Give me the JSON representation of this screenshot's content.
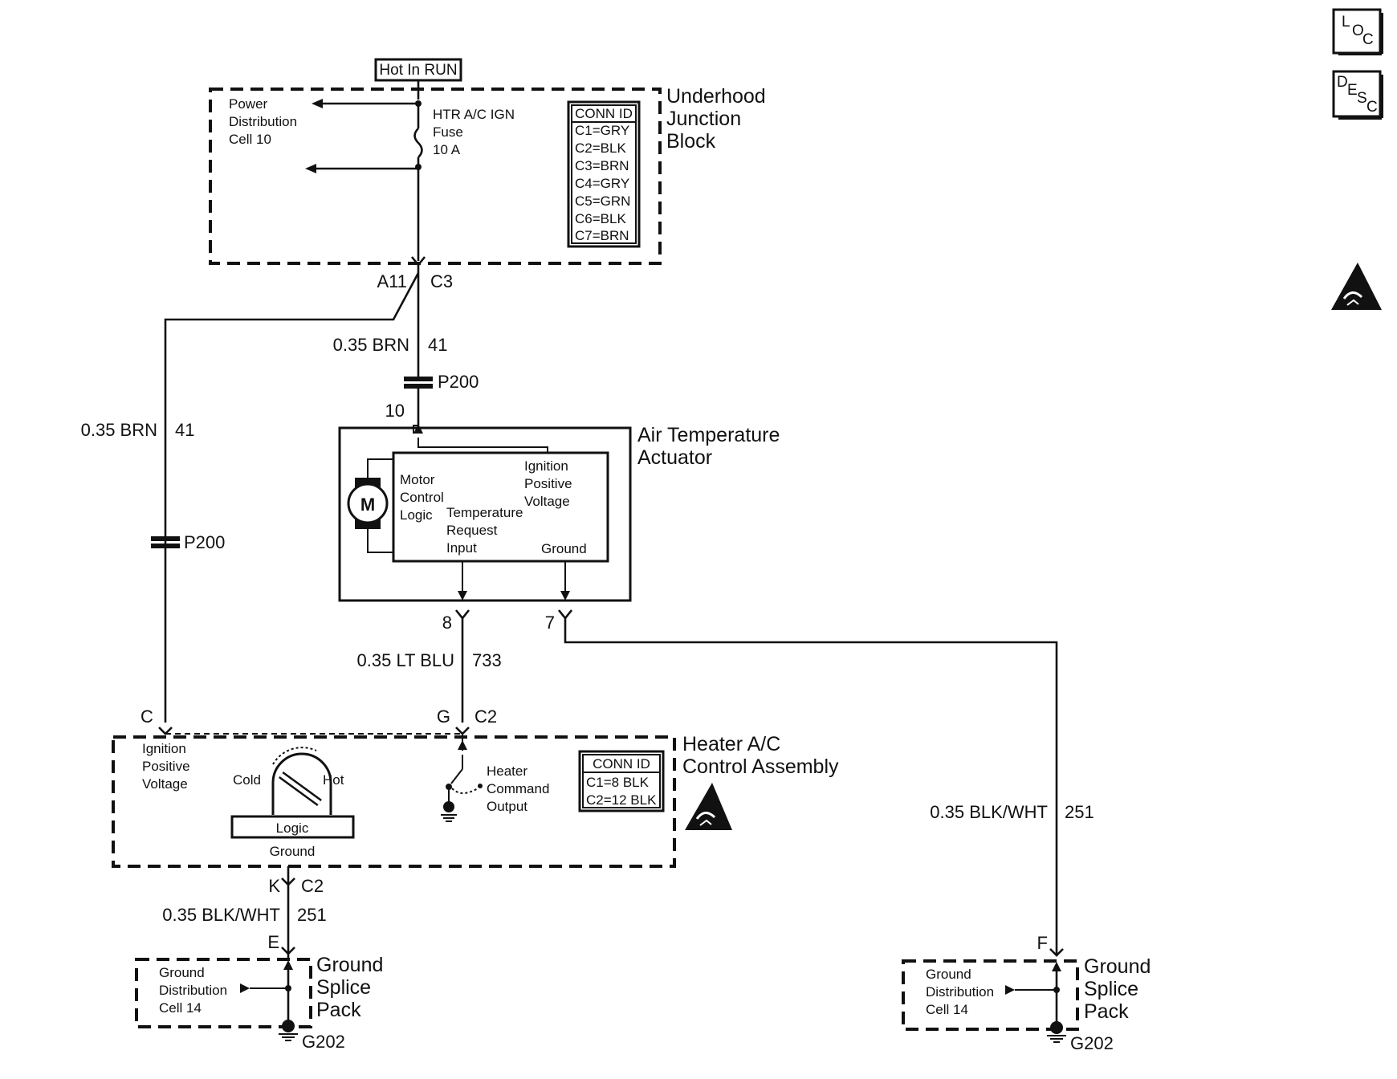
{
  "top_label": "Hot In RUN",
  "ujb": {
    "title_lines": [
      "Underhood",
      "Junction",
      "Block"
    ],
    "pdc_lines": [
      "Power",
      "Distribution",
      "Cell 10"
    ],
    "fuse_lines": [
      "HTR A/C IGN",
      "Fuse",
      "10 A"
    ],
    "conn_header": "CONN ID",
    "conn_rows": [
      "C1=GRY",
      "C2=BLK",
      "C3=BRN",
      "C4=GRY",
      "C5=GRN",
      "C6=BLK",
      "C7=BRN"
    ],
    "pin": "A11",
    "connector": "C3"
  },
  "wires": {
    "main_brn": {
      "gauge_color": "0.35 BRN",
      "circuit": "41"
    },
    "left_brn": {
      "gauge_color": "0.35 BRN",
      "circuit": "41"
    },
    "lt_blu": {
      "gauge_color": "0.35 LT BLU",
      "circuit": "733"
    },
    "blk_wht_left": {
      "gauge_color": "0.35 BLK/WHT",
      "circuit": "251"
    },
    "blk_wht_right": {
      "gauge_color": "0.35 BLK/WHT",
      "circuit": "251"
    }
  },
  "splices": {
    "p200_main": "P200",
    "p200_left": "P200"
  },
  "actuator": {
    "title_lines": [
      "Air Temperature",
      "Actuator"
    ],
    "motor_symbol": "M",
    "motor_lines": [
      "Motor",
      "Control",
      "Logic"
    ],
    "ign_lines": [
      "Ignition",
      "Positive",
      "Voltage"
    ],
    "temp_lines": [
      "Temperature",
      "Request",
      "Input"
    ],
    "ground_label": "Ground",
    "pin_top": "10",
    "pin_8": "8",
    "pin_7": "7"
  },
  "hvac": {
    "title_lines": [
      "Heater A/C",
      "Control Assembly"
    ],
    "ign_lines": [
      "Ignition",
      "Positive",
      "Voltage"
    ],
    "cold": "Cold",
    "hot": "Hot",
    "logic": "Logic",
    "ground": "Ground",
    "heater_lines": [
      "Heater",
      "Command",
      "Output"
    ],
    "conn_header": "CONN ID",
    "conn_rows": [
      "C1=8 BLK",
      "C2=12 BLK"
    ],
    "pin_c": "C",
    "pin_g": "G",
    "conn_g": "C2",
    "pin_k": "K",
    "conn_k": "C2"
  },
  "gsp_left": {
    "title_lines": [
      "Ground",
      "Splice",
      "Pack"
    ],
    "cell_lines": [
      "Ground",
      "Distribution",
      "Cell 14"
    ],
    "pin": "E",
    "ground_id": "G202"
  },
  "gsp_right": {
    "title_lines": [
      "Ground",
      "Splice",
      "Pack"
    ],
    "cell_lines": [
      "Ground",
      "Distribution",
      "Cell 14"
    ],
    "pin": "F",
    "ground_id": "G202"
  },
  "side_icons": {
    "loc": [
      "L",
      "O",
      "C"
    ],
    "desc": [
      "D",
      "E",
      "S",
      "C"
    ],
    "esd_icon": "esd-warning-icon"
  }
}
